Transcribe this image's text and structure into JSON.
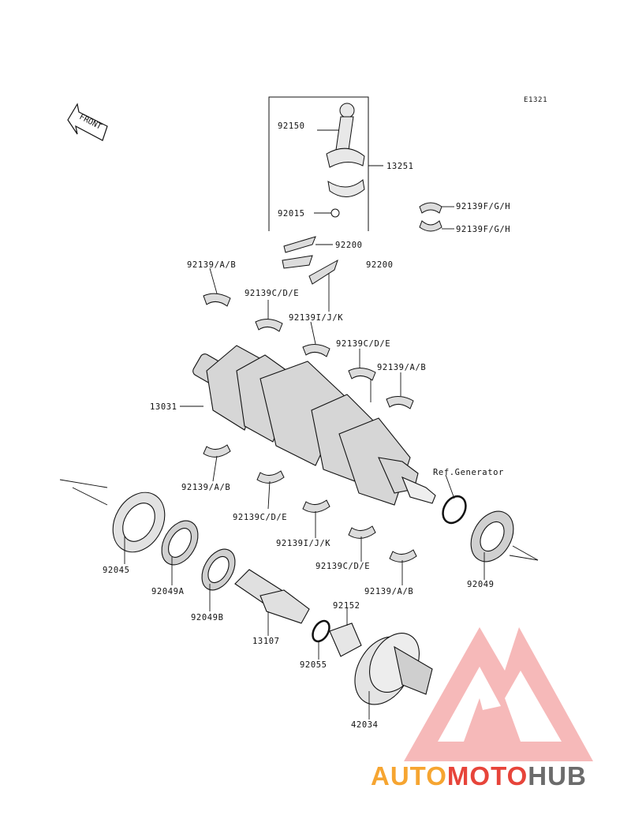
{
  "figure_code": "E1321",
  "front_marker": "FRONT",
  "parts": {
    "p92150": "92150",
    "p13251": "13251",
    "p92015": "92015",
    "p92139fgh_1": "92139F/G/H",
    "p92139fgh_2": "92139F/G/H",
    "p92200_1": "92200",
    "p92200_2": "92200",
    "p92139ab_1": "92139/A/B",
    "p92139cde_1": "92139C/D/E",
    "p92139ijk_1": "92139I/J/K",
    "p92139cde_2": "92139C/D/E",
    "p92139ab_2": "92139/A/B",
    "p13031": "13031",
    "p92139ab_3": "92139/A/B",
    "p92139cde_3": "92139C/D/E",
    "p92139ijk_2": "92139I/J/K",
    "p92139cde_4": "92139C/D/E",
    "p92139ab_4": "92139/A/B",
    "ref_generator": "Ref.Generator",
    "p92045": "92045",
    "p92049a": "92049A",
    "p92049b": "92049B",
    "p13107": "13107",
    "p92152": "92152",
    "p92055": "92055",
    "p92049": "92049",
    "p42034": "42034"
  },
  "watermark": {
    "part1": "AUTO",
    "part2": "MOTO",
    "part3": "HUB"
  },
  "colors": {
    "ink": "#111111",
    "watermark_orange": "#f6a531",
    "watermark_red": "#e7443a",
    "watermark_gray": "#6b6b6b"
  }
}
